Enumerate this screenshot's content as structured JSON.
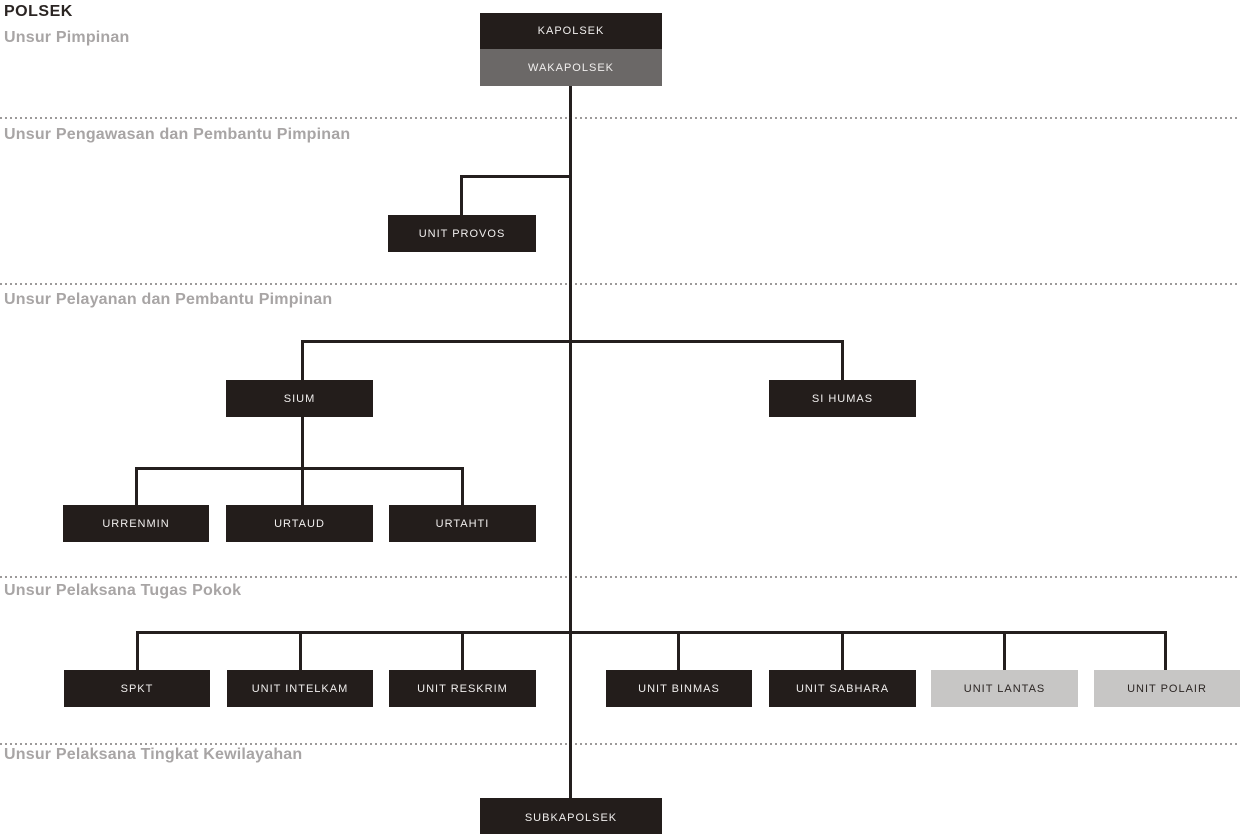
{
  "title": "POLSEK",
  "sections": [
    {
      "label": "Unsur Pimpinan",
      "nodes": [
        {
          "label": "KAPOLSEK",
          "variant": "dark"
        },
        {
          "label": "WAKAPOLSEK",
          "variant": "gray"
        }
      ]
    },
    {
      "label": "Unsur Pengawasan dan Pembantu Pimpinan",
      "nodes": [
        {
          "label": "UNIT PROVOS",
          "variant": "dark"
        }
      ]
    },
    {
      "label": "Unsur Pelayanan dan Pembantu Pimpinan",
      "nodes": [
        {
          "label": "SIUM",
          "variant": "dark"
        },
        {
          "label": "SI HUMAS",
          "variant": "dark"
        },
        {
          "label": "URRENMIN",
          "variant": "dark"
        },
        {
          "label": "URTAUD",
          "variant": "dark"
        },
        {
          "label": "URTAHTI",
          "variant": "dark"
        }
      ]
    },
    {
      "label": "Unsur Pelaksana Tugas Pokok",
      "nodes": [
        {
          "label": "SPKT",
          "variant": "dark"
        },
        {
          "label": "UNIT INTELKAM",
          "variant": "dark"
        },
        {
          "label": "UNIT RESKRIM",
          "variant": "dark"
        },
        {
          "label": "UNIT BINMAS",
          "variant": "dark"
        },
        {
          "label": "UNIT SABHARA",
          "variant": "dark"
        },
        {
          "label": "UNIT LANTAS",
          "variant": "light"
        },
        {
          "label": "UNIT POLAIR",
          "variant": "light"
        }
      ]
    },
    {
      "label": "Unsur Pelaksana Tingkat Kewilayahan",
      "nodes": [
        {
          "label": "SUBKAPOLSEK",
          "variant": "dark"
        }
      ]
    }
  ],
  "colors": {
    "background": "#ffffff",
    "node-dark": "#231d1b",
    "node-gray": "#6b6867",
    "node-light": "#c7c6c5",
    "node-text-light": "#f1efee",
    "node-text-dark": "#2b2523",
    "connector": "#241f1e",
    "divider": "#9d9a9a",
    "section-label": "#a8a5a5",
    "title": "#2b2523"
  }
}
